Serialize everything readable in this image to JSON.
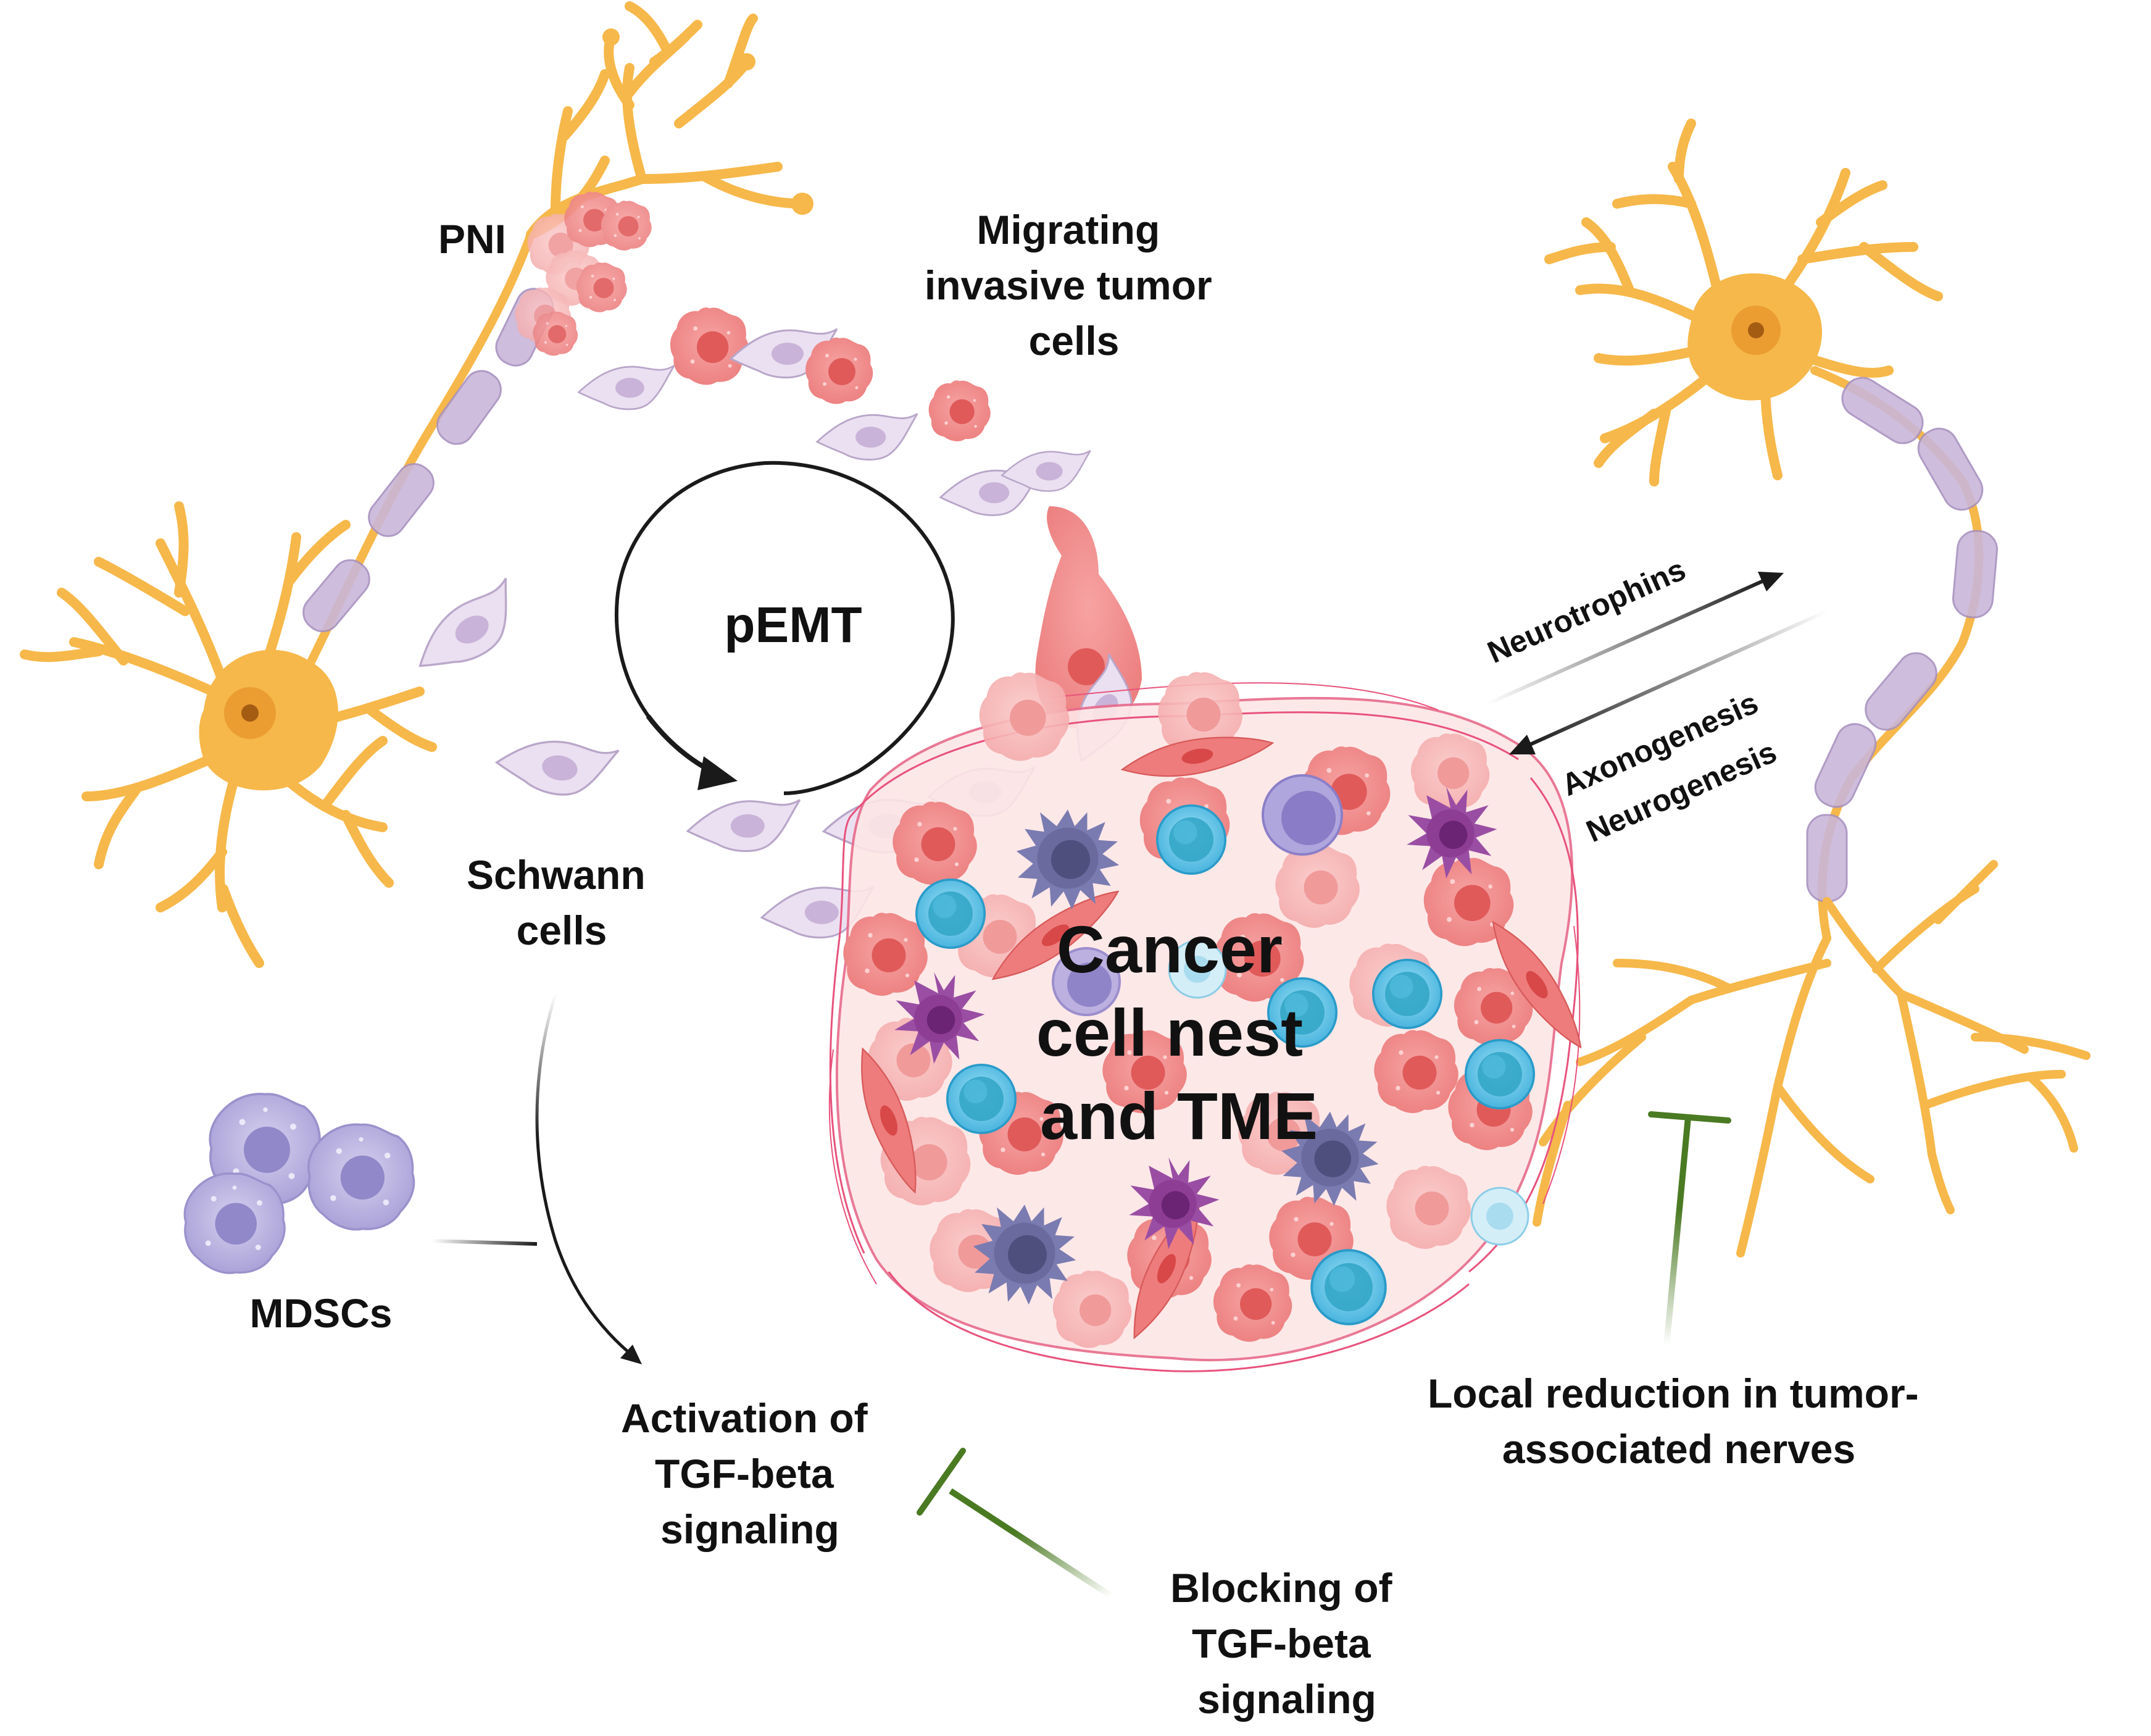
{
  "labels": {
    "pni": "PNI",
    "migrating": [
      "Migrating",
      "invasive tumor",
      "cells"
    ],
    "pemt": "pEMT",
    "schwann": [
      "Schwann",
      "cells"
    ],
    "mdscs": "MDSCs",
    "activation": [
      "Activation of",
      "TGF-beta",
      "signaling"
    ],
    "blocking": [
      "Blocking of",
      "TGF-beta",
      "signaling"
    ],
    "nest": [
      "Cancer",
      "cell nest",
      "and TME"
    ],
    "neurotrophins": "Neurotrophins",
    "axonogenesis": "Axonogenesis",
    "neurogenesis": "Neurogenesis",
    "reduction": [
      "Local reduction in tumor-",
      "associated nerves"
    ]
  },
  "colors": {
    "neuron": "#f6b84a",
    "neuron_dark": "#e8962c",
    "myelin": "#c7b4d6",
    "tumor_cell": "#f28f8f",
    "tumor_nucleus": "#e05a5a",
    "schwann_cell": "#e8dcee",
    "t_cell": "#5cc4e6",
    "dendritic": "#8e3d94",
    "macrophage": "#6a6a9e",
    "mdsc": "#b7b0dc",
    "inhibition": "#4a7a22",
    "arrow": "#1a1a1a"
  },
  "icons": [
    "neuron-icon",
    "tumor-cell-icon",
    "schwann-cell-icon",
    "t-cell-icon",
    "dendritic-cell-icon",
    "mdsc-icon"
  ]
}
